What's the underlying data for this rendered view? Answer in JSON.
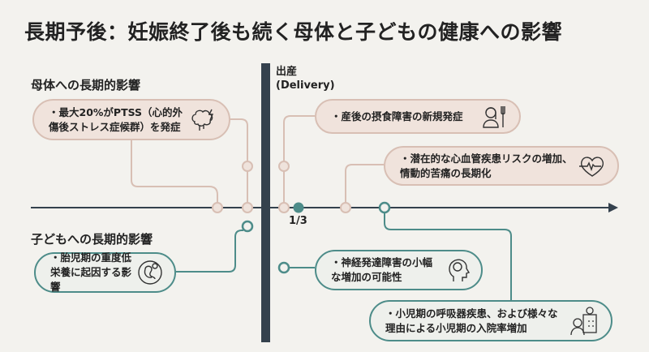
{
  "title": "長期予後：妊娠終了後も続く母体と子どもの健康への影響",
  "delivery": {
    "line1": "出産",
    "line2": "(Delivery)",
    "marker": "1/3"
  },
  "maternal": {
    "heading": "母体への長期的影響",
    "items": [
      {
        "text": "・最大20%がPTSS（心的外傷後ストレス症候群）を発症",
        "icon": "brain-lightning-icon"
      },
      {
        "text": "・産後の摂食障害の新規発症",
        "icon": "woman-fork-icon"
      },
      {
        "text": "・潜在的な心血管疾患リスクの増加、情動的苦痛の長期化",
        "icon": "heart-pulse-icon"
      }
    ]
  },
  "child": {
    "heading": "子どもへの長期的影響",
    "items": [
      {
        "text": "・胎児期の重度低栄養に起因する影響",
        "icon": "fetus-icon"
      },
      {
        "text": "・神経発達障害の小幅な増加の可能性",
        "icon": "head-brain-icon"
      },
      {
        "text": "・小児期の呼吸器疾患、および様々な理由による小児期の入院率増加",
        "icon": "hospital-person-icon"
      }
    ]
  },
  "colors": {
    "maternal": "#d8bfb4",
    "child": "#4d8c89",
    "axis": "#34414d",
    "background": "#f3f2ee"
  }
}
